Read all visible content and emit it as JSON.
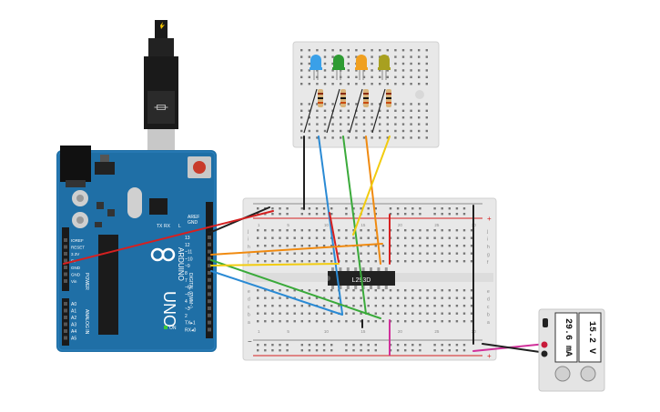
{
  "arduino": {
    "brand": "ARDUINO",
    "model": "UNO",
    "aref": "AREF",
    "gnd": "GND",
    "digital_label": "DIGITAL (PWM~)",
    "power_label": "POWER",
    "analog_label": "ANALOG IN",
    "tx": "TX",
    "rx": "RX",
    "l_led": "L",
    "on_led": "ON",
    "digital_pins": [
      "13",
      "12",
      "~11",
      "~10",
      "~9",
      "8",
      "7",
      "~6",
      "~5",
      "4",
      "~3",
      "2",
      "TX▸1",
      "RX◂0"
    ],
    "power_pins": [
      "IOREF",
      "RESET",
      "3.3V",
      "5V",
      "GND",
      "GND",
      "Vin"
    ],
    "analog_pins": [
      "A0",
      "A1",
      "A2",
      "A3",
      "A4",
      "A5"
    ]
  },
  "breadboard": {
    "row_letters_top": [
      "j",
      "i",
      "h",
      "g",
      "f"
    ],
    "row_letters_bottom": [
      "e",
      "d",
      "c",
      "b",
      "a"
    ],
    "column_numbers": [
      "1",
      "5",
      "10",
      "15",
      "20",
      "25",
      "30"
    ],
    "plus_sign": "+",
    "minus_sign": "−"
  },
  "ic": {
    "label": "L293D"
  },
  "leds": [
    {
      "name": "blue-led",
      "color": "#3aa0e8"
    },
    {
      "name": "green-led",
      "color": "#2e9b33"
    },
    {
      "name": "orange-led",
      "color": "#f0a020"
    },
    {
      "name": "olive-led",
      "color": "#a8a020"
    }
  ],
  "supply": {
    "voltage": "15.2 V",
    "current": "29.6 mA"
  },
  "colors": {
    "board_blue": "#1f6fa6",
    "breadboard": "#e8e8e8",
    "wire_red": "#d62020",
    "wire_black": "#202020",
    "wire_blue": "#2a8ad4",
    "wire_green": "#3aaa3a",
    "wire_orange": "#f08a10",
    "wire_yellow": "#f2cc10",
    "wire_magenta": "#d0309a"
  }
}
